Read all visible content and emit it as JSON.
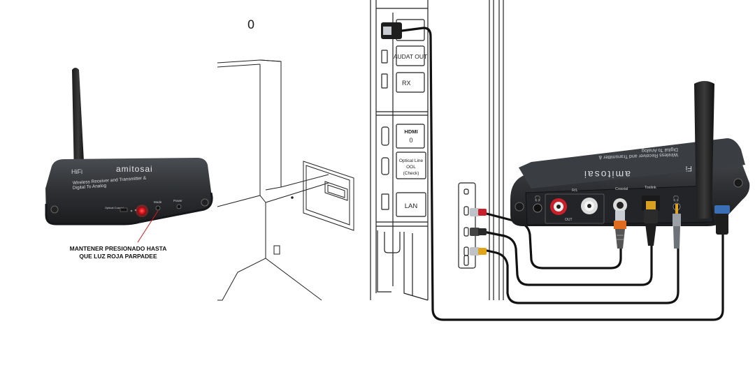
{
  "left_device": {
    "brand": "amitosai",
    "hifi": "HiFi",
    "subtitle_line1": "Wireless Receiver and Transmitter &",
    "subtitle_line2": "Digital To Analog",
    "switch_label": "Optical Coaxial",
    "mode_label": "Mode",
    "power_label": "Power"
  },
  "instruction": {
    "line1": "MANTENER PRESIONADO HASTA",
    "line2": "QUE LUZ ROJA PARPADEE"
  },
  "wall_mark": "0",
  "tv_panel": {
    "port1": "AUDAT OUT",
    "port2": "RX",
    "port3_line1": "HDMI",
    "port3_line2": "0",
    "port4_line1": "Optical Line",
    "port4_line2": "OOL",
    "port4_line3": "(Check)",
    "port5": "LAN"
  },
  "right_device": {
    "brand": "amitosai",
    "subtitle": "Wireless Receiver and Transmitter &",
    "subtitle2": "Digital To Analog",
    "hifi": "Fi",
    "rl_label": "R/L",
    "out_label": "OUT",
    "coaxial_label": "Coaxial",
    "toslink_label": "Toslink"
  },
  "colors": {
    "device_body": "#2e3033",
    "led_red": "#e0141e",
    "rca_red": "#c8202a",
    "rca_yellow": "#e0a418",
    "coax_orange": "#e06a1e",
    "cable": "#111111"
  }
}
